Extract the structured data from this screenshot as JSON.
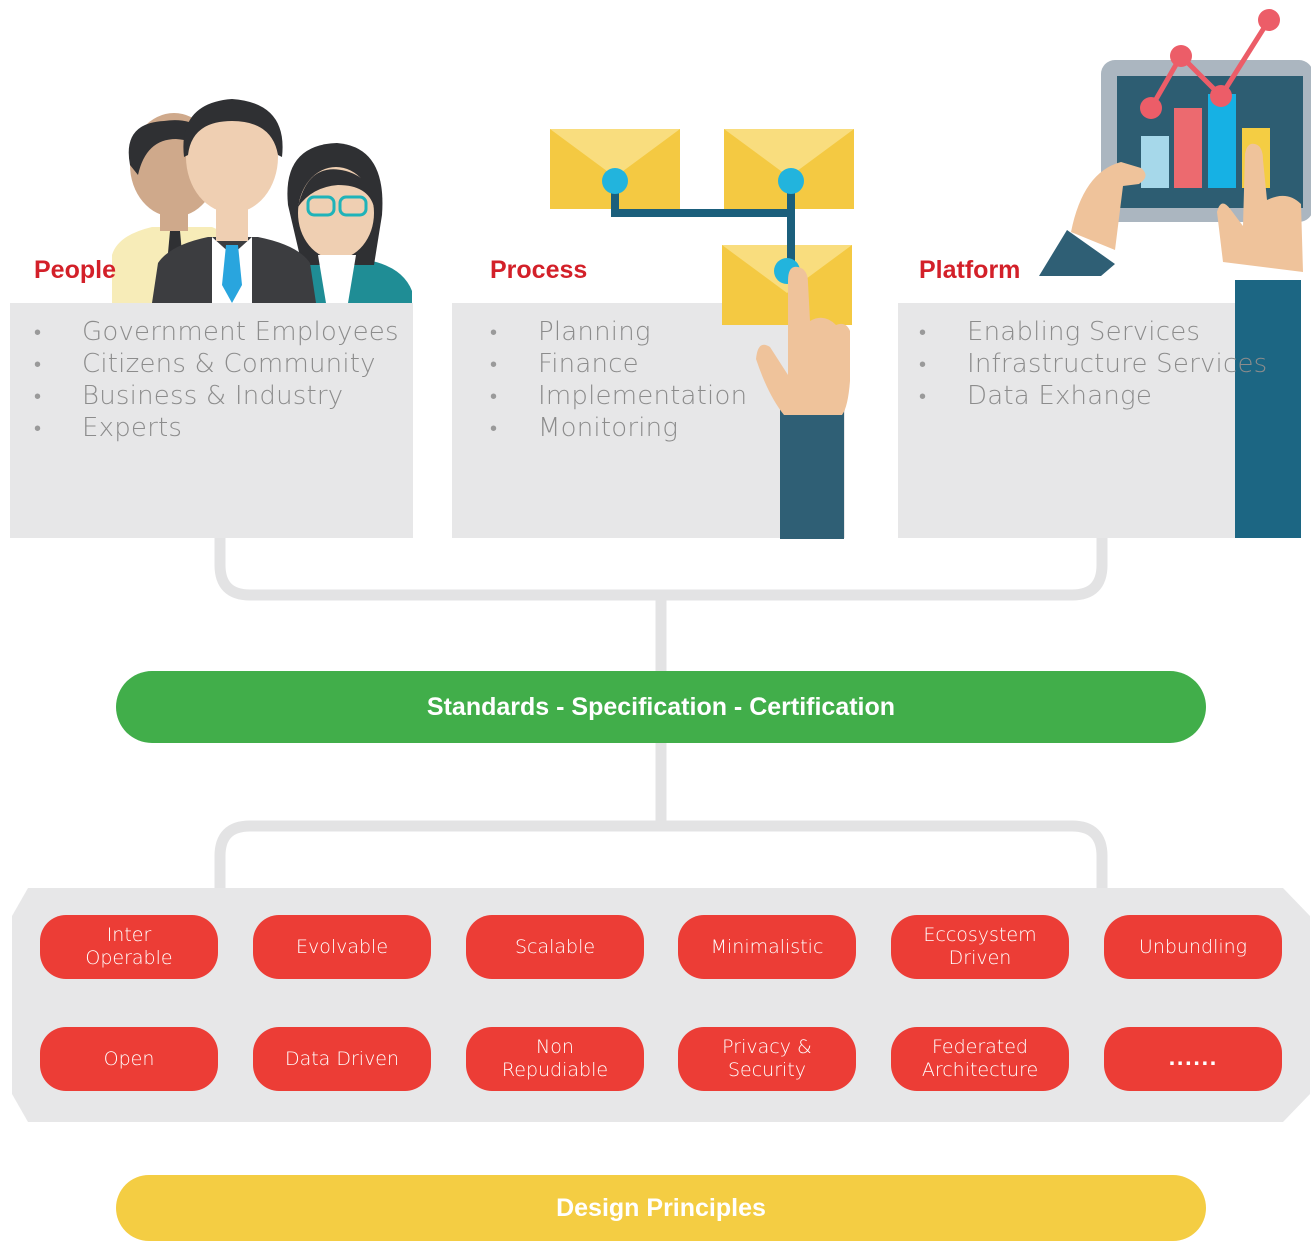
{
  "columns": [
    {
      "title": "People",
      "items": [
        "Government Employees",
        "Citizens & Community",
        "Business & Industry",
        "Experts"
      ]
    },
    {
      "title": "Process",
      "items": [
        "Planning",
        "Finance",
        "Implementation",
        "Monitoring"
      ]
    },
    {
      "title": "Platform",
      "items": [
        "Enabling Services",
        "Infrastructure Services",
        "Data Exhange"
      ]
    }
  ],
  "bullet": "•",
  "standards_bar": "Standards - Specification - Certification",
  "principles": [
    "Inter\nOperable",
    "Evolvable",
    "Scalable",
    "Minimalistic",
    "Eccosystem\nDriven",
    "Unbundling",
    "Open",
    "Data Driven",
    "Non\nRepudiable",
    "Privacy &\nSecurity",
    "Federated\nArchitecture",
    "......"
  ],
  "design_bar": "Design Principles",
  "colors": {
    "title_red": "#d32029",
    "pill_red": "#ec3d36",
    "green_bar": "#41ae4a",
    "yellow_bar": "#f4cd43",
    "panel_grey": "#e7e7e8",
    "connector_grey": "#e3e3e4"
  },
  "icons": [
    "people-group-icon",
    "email-workflow-icon",
    "tablet-analytics-icon"
  ]
}
